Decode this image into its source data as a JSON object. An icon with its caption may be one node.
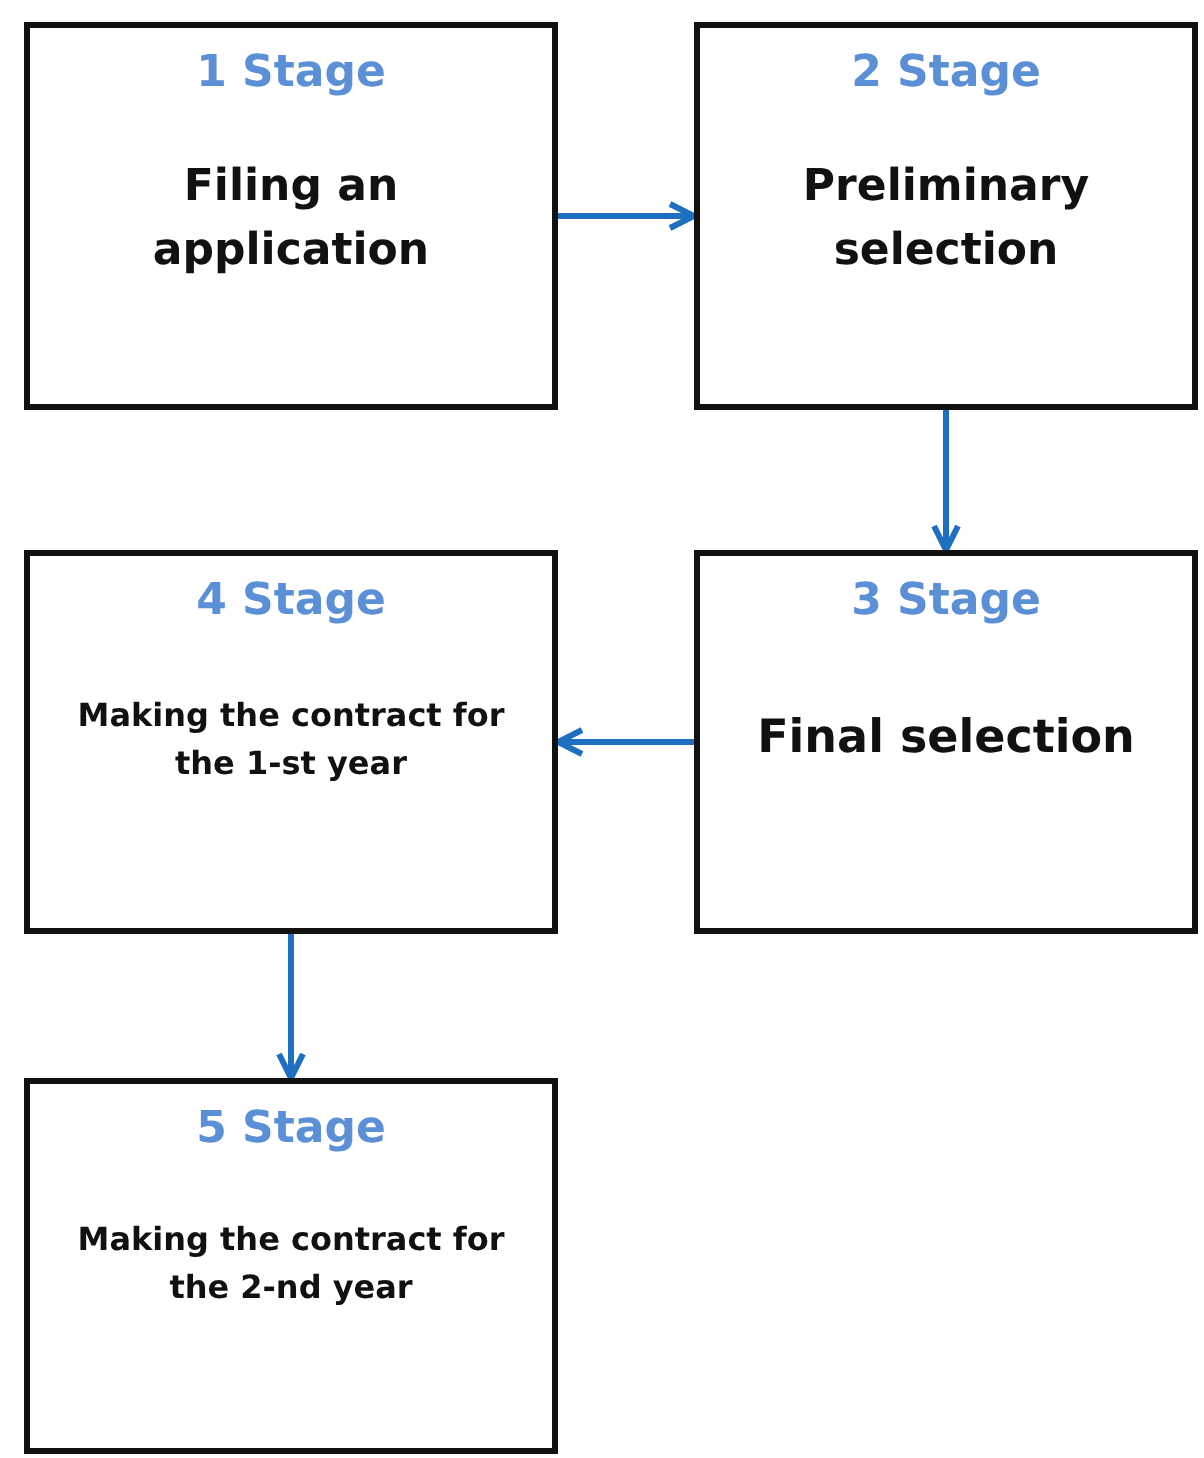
{
  "diagram": {
    "nodes": [
      {
        "text": [
          "1 Stage",
          "Filing an application"
        ]
      },
      {
        "text": [
          "2 Stage",
          "Preliminary selection"
        ]
      },
      {
        "text": [
          "3 Stage",
          "Final selection"
        ]
      },
      {
        "text": [
          "4 Stage",
          "Making the contract for the 1-st year"
        ]
      },
      {
        "text": [
          "5 Stage",
          "Making the contract for the 2-nd year"
        ]
      }
    ],
    "edges": [
      {
        "from": 0,
        "to": 1,
        "arrow": "to"
      },
      {
        "from": 1,
        "to": 2,
        "arrow": "to"
      },
      {
        "from": 2,
        "to": 3,
        "arrow": "to"
      },
      {
        "from": 3,
        "to": 4,
        "arrow": "to"
      }
    ]
  }
}
